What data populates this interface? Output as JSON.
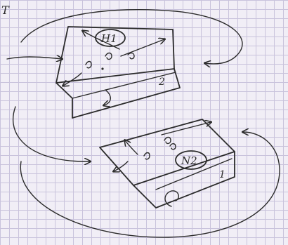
{
  "top_left_mark": "T",
  "panel_upper": {
    "label": "H1",
    "edge_number": "2"
  },
  "panel_lower": {
    "label": "N2",
    "edge_number": "1"
  }
}
